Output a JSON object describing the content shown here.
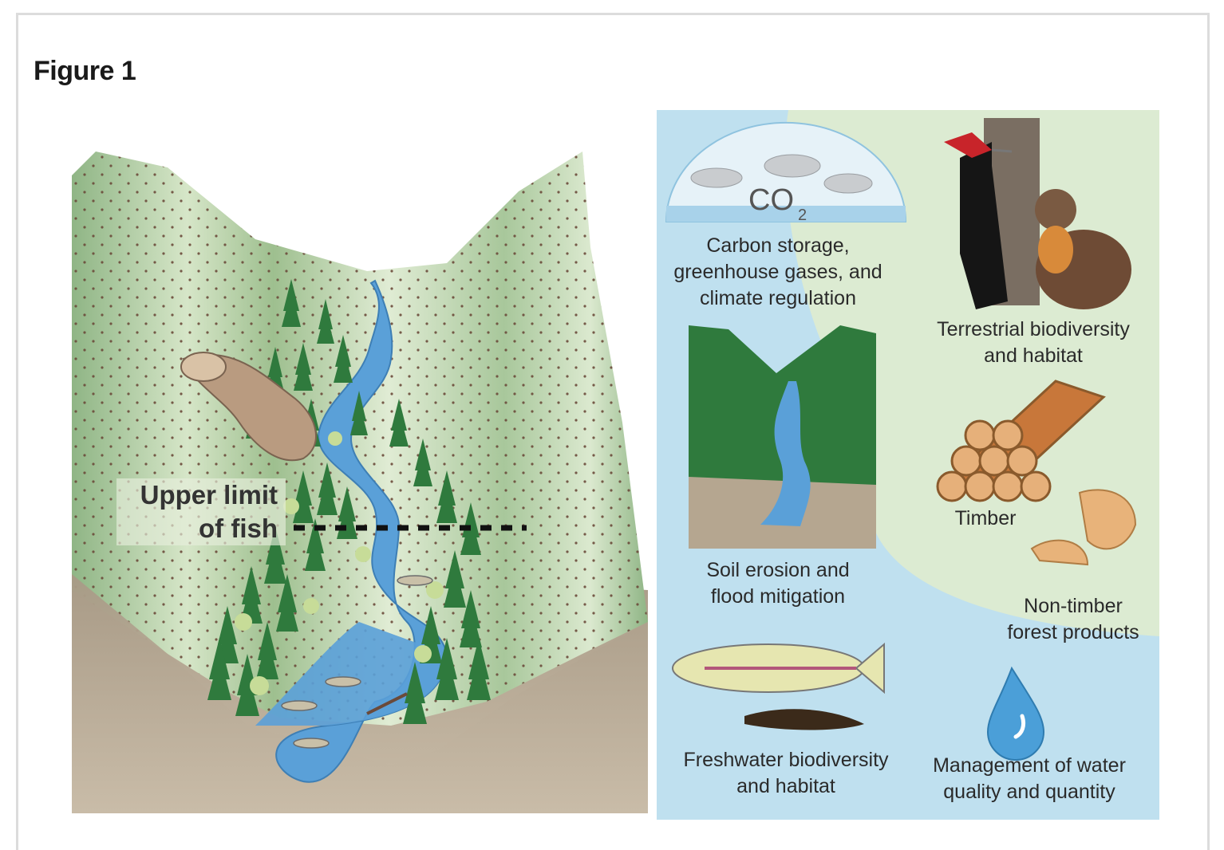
{
  "figure": {
    "title": "Figure 1"
  },
  "left_panel": {
    "upper_limit_label_line1": "Upper limit",
    "upper_limit_label_line2": "of fish"
  },
  "right_panel": {
    "co2": {
      "main": "CO",
      "subscript": "2"
    },
    "labels": {
      "carbon": [
        "Carbon storage,",
        "greenhouse gases, and",
        "climate regulation"
      ],
      "terrestrial": [
        "Terrestrial biodiversity",
        "and habitat"
      ],
      "soil": [
        "Soil erosion and",
        "flood mitigation"
      ],
      "timber": [
        "Timber"
      ],
      "nontimber": [
        "Non-timber",
        "forest products"
      ],
      "freshwater": [
        "Freshwater biodiversity",
        "and habitat"
      ],
      "water": [
        "Management of water",
        "quality and quantity"
      ]
    }
  },
  "colors": {
    "hill_green": "#a9c79a",
    "river_blue": "#5aa0d8",
    "ground_tan": "#b5a690",
    "tree_green": "#2f7a3d",
    "panel_blue": "#bfe0ef",
    "panel_green": "#dcebd2"
  }
}
